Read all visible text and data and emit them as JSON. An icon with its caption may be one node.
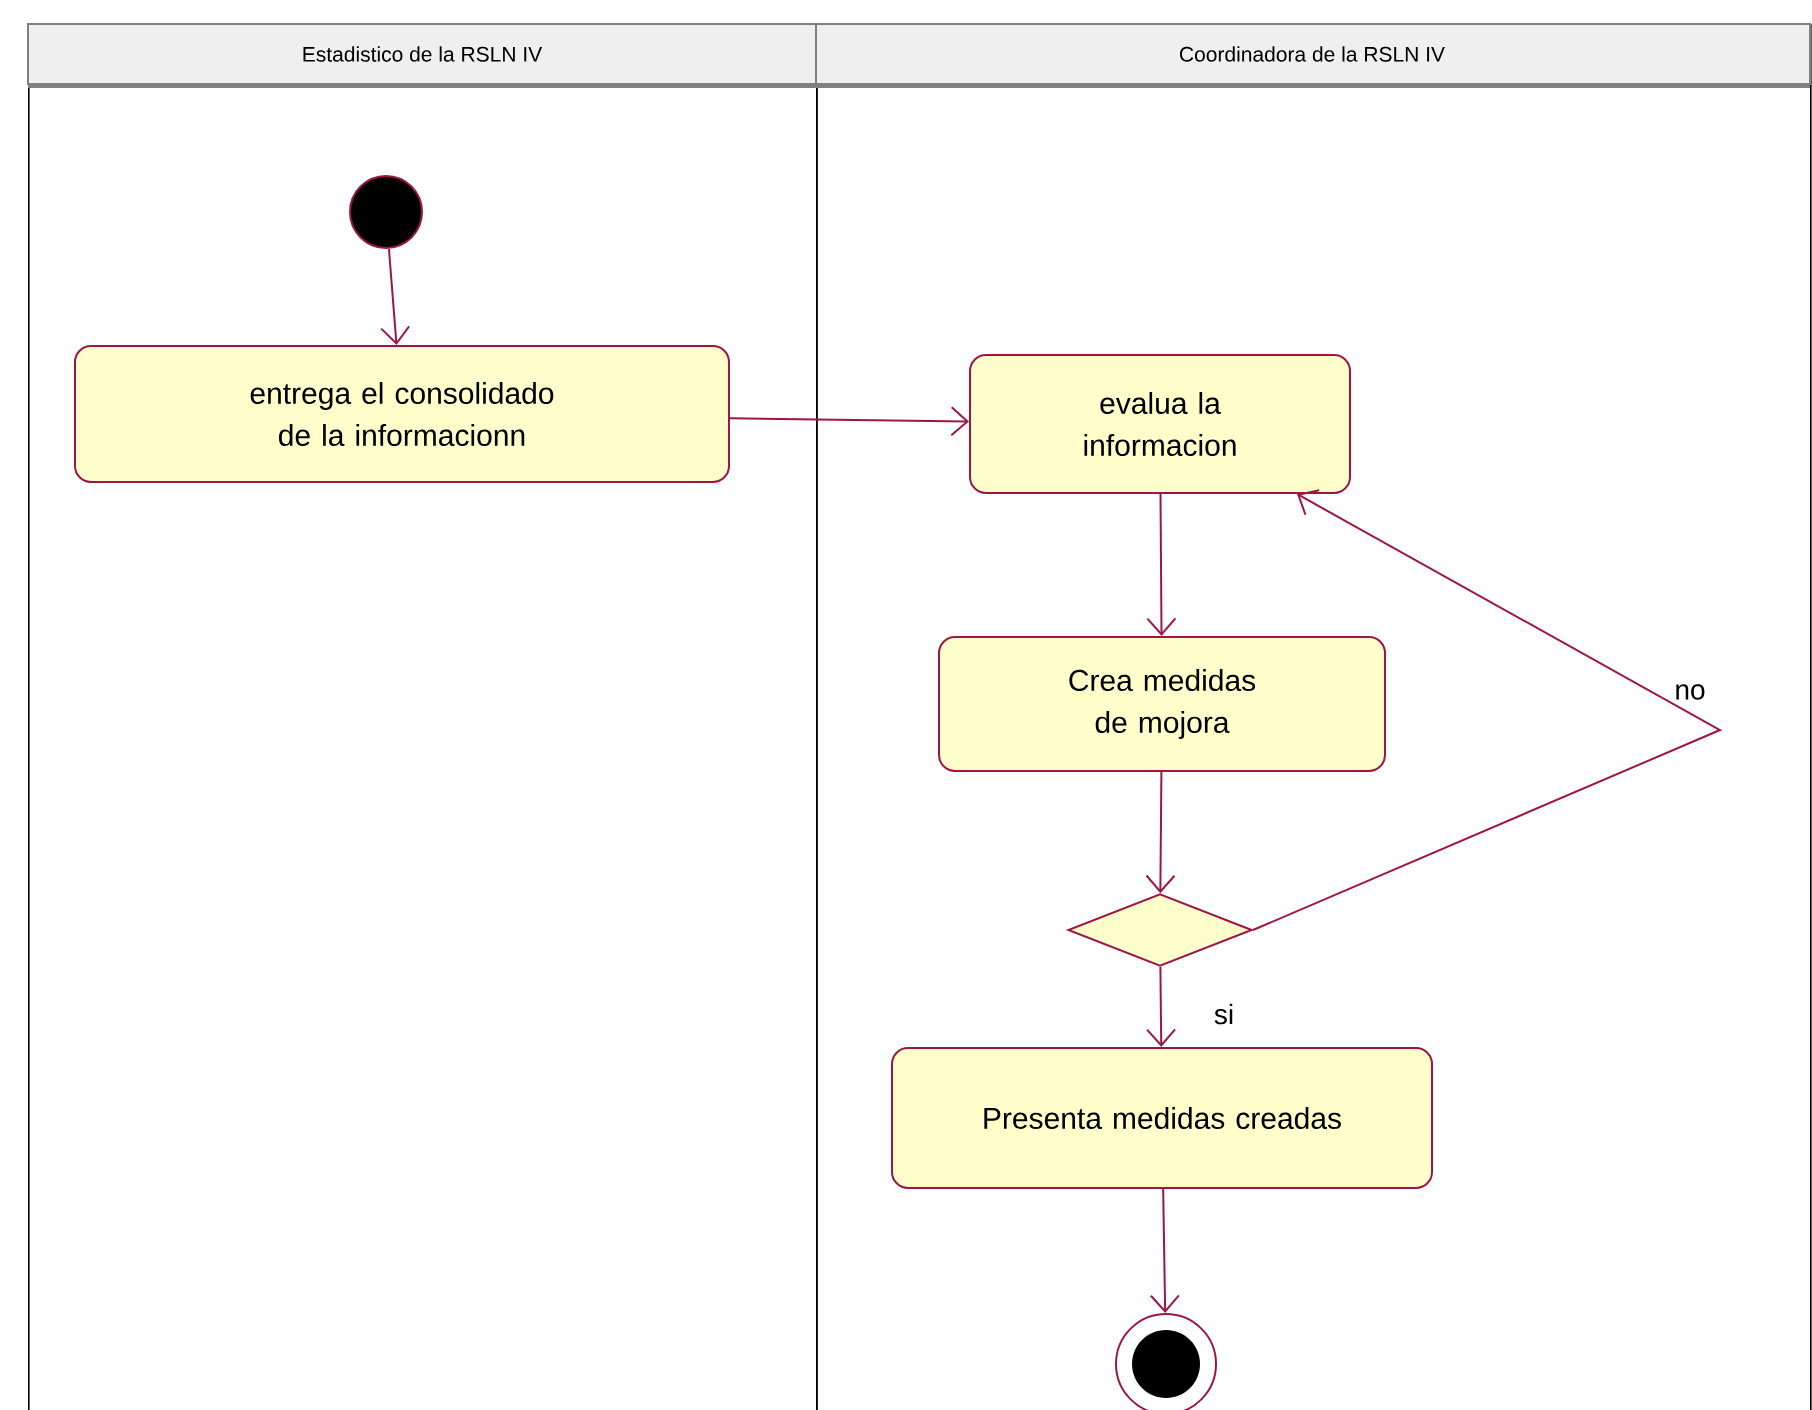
{
  "diagram": {
    "nodes": [
      {
        "text": [
          "Estadistico de la RSLN IV"
        ]
      },
      {
        "text": [
          "Coordinadora de la RSLN IV"
        ]
      },
      {
        "text": [],
        "shape": "circle",
        "in": 0
      },
      {
        "text": [
          "entrega el consolidado de la informacionn"
        ],
        "in": 0
      },
      {
        "text": [
          "evalua la informacion"
        ],
        "in": 1
      },
      {
        "text": [
          "Crea medidas de mojora"
        ],
        "in": 1
      },
      {
        "text": [],
        "shape": "diamond",
        "in": 1
      },
      {
        "text": [
          "Presenta medidas creadas"
        ],
        "in": 1
      },
      {
        "text": [],
        "shape": "circle",
        "in": 1
      }
    ],
    "edges": [
      {
        "from": 2,
        "to": 3,
        "arrow": "to"
      },
      {
        "from": 3,
        "to": 4,
        "arrow": "to"
      },
      {
        "from": 4,
        "to": 5,
        "arrow": "to"
      },
      {
        "from": 5,
        "to": 6,
        "arrow": "to"
      },
      {
        "from": 6,
        "to": 4,
        "arrow": "to",
        "label": "no"
      },
      {
        "from": 6,
        "to": 7,
        "arrow": "to",
        "label": "si"
      },
      {
        "from": 7,
        "to": 8,
        "arrow": "to"
      }
    ]
  }
}
